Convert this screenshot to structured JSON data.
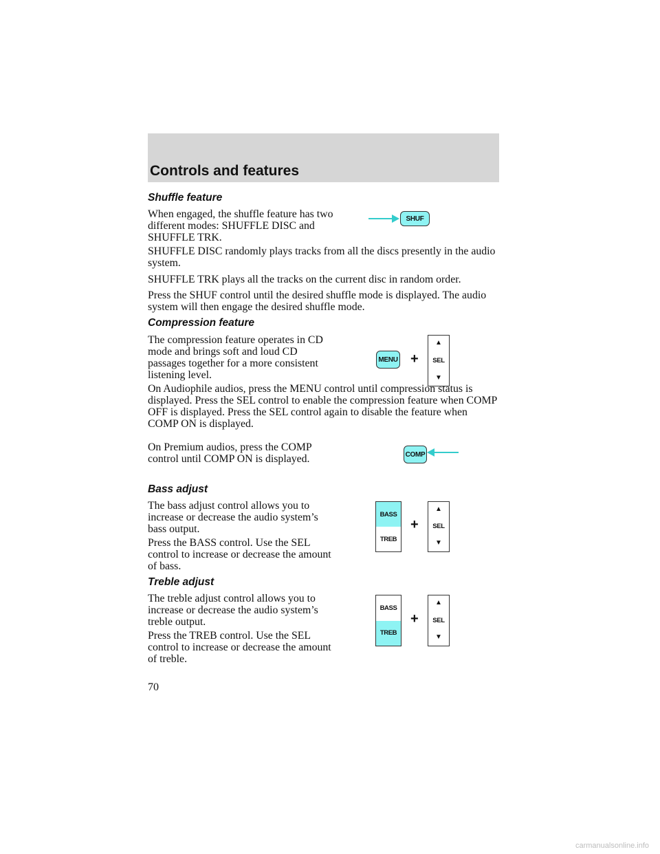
{
  "header": {
    "title": "Controls and features"
  },
  "sections": {
    "shuffle": {
      "title": "Shuffle feature",
      "p1": "When engaged, the shuffle feature has two different modes: SHUFFLE DISC and SHUFFLE TRK.",
      "p2": "SHUFFLE DISC randomly plays tracks from all the discs presently in the audio system.",
      "p3": "SHUFFLE TRK plays all the tracks on the current disc in random order.",
      "p4": "Press the SHUF control until the desired shuffle mode is displayed. The audio system will then engage the desired shuffle mode."
    },
    "compression": {
      "title": "Compression feature",
      "p1": "The compression feature operates in CD mode and brings soft and loud CD passages together for a more consistent listening level.",
      "p2": "On Audiophile audios, press the MENU control until compression status is displayed. Press the SEL control to enable the compression feature when COMP OFF is displayed. Press the SEL control again to disable the feature when COMP ON is displayed.",
      "p3": "On Premium audios, press the COMP control until COMP ON is displayed."
    },
    "bass": {
      "title": "Bass adjust",
      "p1": "The bass adjust control allows you to increase or decrease the audio system’s bass output.",
      "p2": "Press the BASS control. Use the SEL control to increase or decrease the amount of bass."
    },
    "treble": {
      "title": "Treble adjust",
      "p1": "The treble adjust control allows you to increase or decrease the audio system’s treble output.",
      "p2": "Press the TREB control. Use the SEL control to increase or decrease the amount of treble."
    }
  },
  "buttons": {
    "shuf": "SHUF",
    "menu": "MENU",
    "comp": "COMP",
    "sel": "SEL",
    "bass": "BASS",
    "treb": "TREB",
    "plus": "+",
    "up": "▲",
    "down": "▼"
  },
  "colors": {
    "button_fill": "#8ef3f3",
    "arrow": "#33cccc",
    "header_band": "#d6d6d6"
  },
  "page_number": "70",
  "watermark": "carmanualsonline.info"
}
